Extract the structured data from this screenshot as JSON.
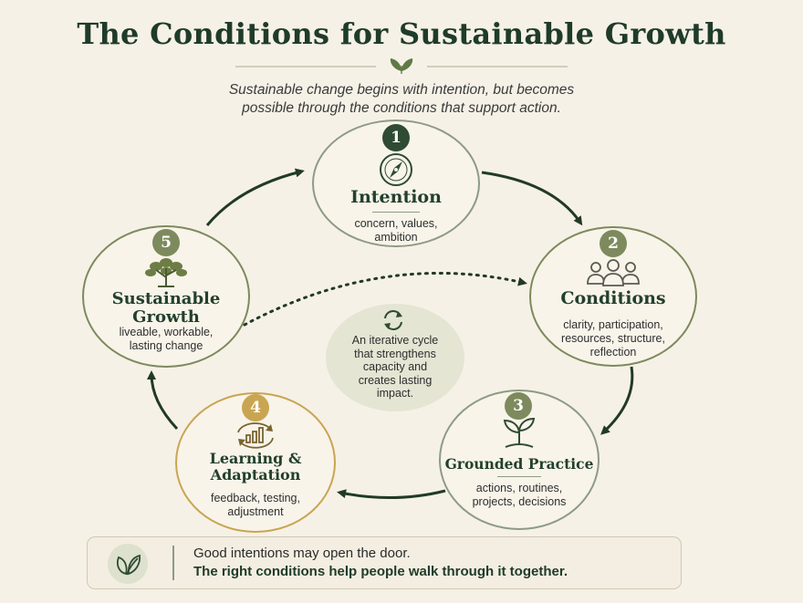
{
  "title": "The Conditions for Sustainable Growth",
  "subtitle_line1": "Sustainable change begins with intention, but becomes",
  "subtitle_line2": "possible through the conditions that support action.",
  "steps": [
    {
      "num": "1",
      "title": "Intention",
      "desc1": "concern, values,",
      "desc2": "ambition",
      "icon": "compass-icon"
    },
    {
      "num": "2",
      "title": "Conditions",
      "desc1": "clarity, participation,",
      "desc2": "resources, structure,",
      "desc3": "reflection",
      "icon": "people-icon"
    },
    {
      "num": "3",
      "title": "Grounded Practice",
      "desc1": "actions, routines,",
      "desc2": "projects, decisions",
      "icon": "sprout-icon"
    },
    {
      "num": "4",
      "title1": "Learning &",
      "title2": "Adaptation",
      "desc1": "feedback, testing,",
      "desc2": "adjustment",
      "icon": "cycle-chart-icon"
    },
    {
      "num": "5",
      "title1": "Sustainable",
      "title2": "Growth",
      "desc1": "liveable, workable,",
      "desc2": "lasting change",
      "icon": "tree-icon"
    }
  ],
  "center": {
    "icon": "refresh-icon",
    "line1": "An iterative cycle",
    "line2": "that strengthens",
    "line3": "capacity and",
    "line4": "creates lasting",
    "line5": "impact."
  },
  "footer": {
    "icon": "leaf-icon",
    "line1": "Good intentions may open the door.",
    "line2": "The right conditions help people walk through it together."
  },
  "colors": {
    "dark_green": "#2f4b33",
    "olive": "#7d8a5d",
    "gold": "#c9a552",
    "cream": "#f6f1e6"
  }
}
